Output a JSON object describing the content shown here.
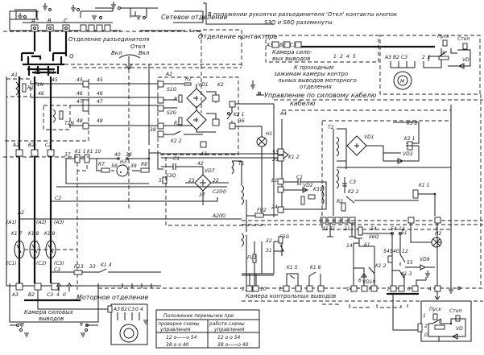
{
  "title": "Электрическая схема (управление по силовому кабелю)",
  "sections": {
    "network": "Сетевое отделение",
    "disconnector": "Отделение разъединителя",
    "contactor": "Отделение контактора",
    "motor": "Моторное отделение",
    "power_terminal_box_motor": "Камера силовых выводов",
    "control_terminal_box": "Камера контрольных выводов",
    "power_terminal_box_right": "Камера силовых выводов",
    "cable_control": "Управление по силовому кабелю"
  },
  "notes": {
    "handle_note_line1": "В положении рукоятки разъединителя 'Откл' контакты кнопок",
    "handle_note_line2": "S3Q и S6Q разомкнуты",
    "pass_through_line1": "К проходным",
    "pass_through_line2": "зажимам камеры контро",
    "pass_through_line3": "льных выводов моторного",
    "pass_through_line4": "отделения"
  },
  "switch": {
    "off": "Откл",
    "on_left": "Вкл",
    "on_right": "Вкл"
  },
  "phases": [
    "A",
    "B",
    "C"
  ],
  "phases_out": [
    "A2",
    "B2",
    "C2"
  ],
  "phases_motor": [
    "A3",
    "B2",
    "C3"
  ],
  "labels": {
    "Q": "Q",
    "A1": "A1",
    "B1": "B1",
    "C1": "C1",
    "A2": "A2",
    "A4": "A4",
    "T1N": "T1N",
    "T2N": "T2N",
    "R1": "R1",
    "R2": "R2",
    "R3": "R3",
    "VD1": "VD1",
    "VD2": "VD2",
    "VD3": "VD3",
    "VD7": "VD7",
    "VD9": "VD9",
    "VD10": "VD10",
    "VD": "VD",
    "K2": "K2",
    "K21": "K2 1",
    "K22": "K2 2",
    "K32": "K3 2",
    "K31": "K31",
    "K11": "K1 1",
    "K110": "K1 10",
    "K17": "K1 7",
    "K18": "K1 8",
    "K19": "K1 9",
    "K14": "K1 4",
    "K15": "K1 5",
    "K16": "K1 6",
    "K12": "K1 2",
    "K13": "K1 3",
    "K1T": "K1 1",
    "S1G": "S1G",
    "S2G": "S2G",
    "S3Q": "S3Q",
    "S5G": "S5G",
    "S6Q": "S6Q",
    "S4G": "S4G",
    "H1": "H1",
    "H2": "H2",
    "H3": "H3",
    "T1": "T1",
    "T2": "T2",
    "R7": "R7",
    "R8": "R8",
    "R13": "R13",
    "FU2": "FU2",
    "FU1": "FU1",
    "C3": "C3",
    "M": "M",
    "R": "R",
    "start": "Пуск",
    "stop": "Стоп"
  },
  "wire_numbers": [
    "45",
    "46",
    "47",
    "48",
    "38",
    "40",
    "42",
    "36",
    "53",
    "35",
    "81",
    "24",
    "37",
    "58",
    "39",
    "33",
    "32",
    "31",
    "54",
    "12",
    "14",
    "61",
    "55",
    "51",
    "22",
    "23",
    "4",
    "0",
    "21"
  ],
  "jumper_table": {
    "title": "Положение перемычки при",
    "col1_header": "проверке схемы управления",
    "col2_header": "работе схемы управления",
    "rows": [
      {
        "col1": "12 o——o 54",
        "col2": "12 o    o 54"
      },
      {
        "col1": "38 o    o 40",
        "col2": "38 o——o 40"
      }
    ]
  },
  "terminals_control": [
    "11",
    "10",
    "13",
    "14",
    "6",
    "7",
    "1",
    "2",
    "0",
    "4"
  ],
  "terminals_right_box": [
    "A3",
    "B2",
    "C3",
    "1",
    "2",
    "4",
    "5"
  ],
  "motor_terminals": [
    "A3",
    "B2",
    "C3",
    "0",
    "4"
  ]
}
